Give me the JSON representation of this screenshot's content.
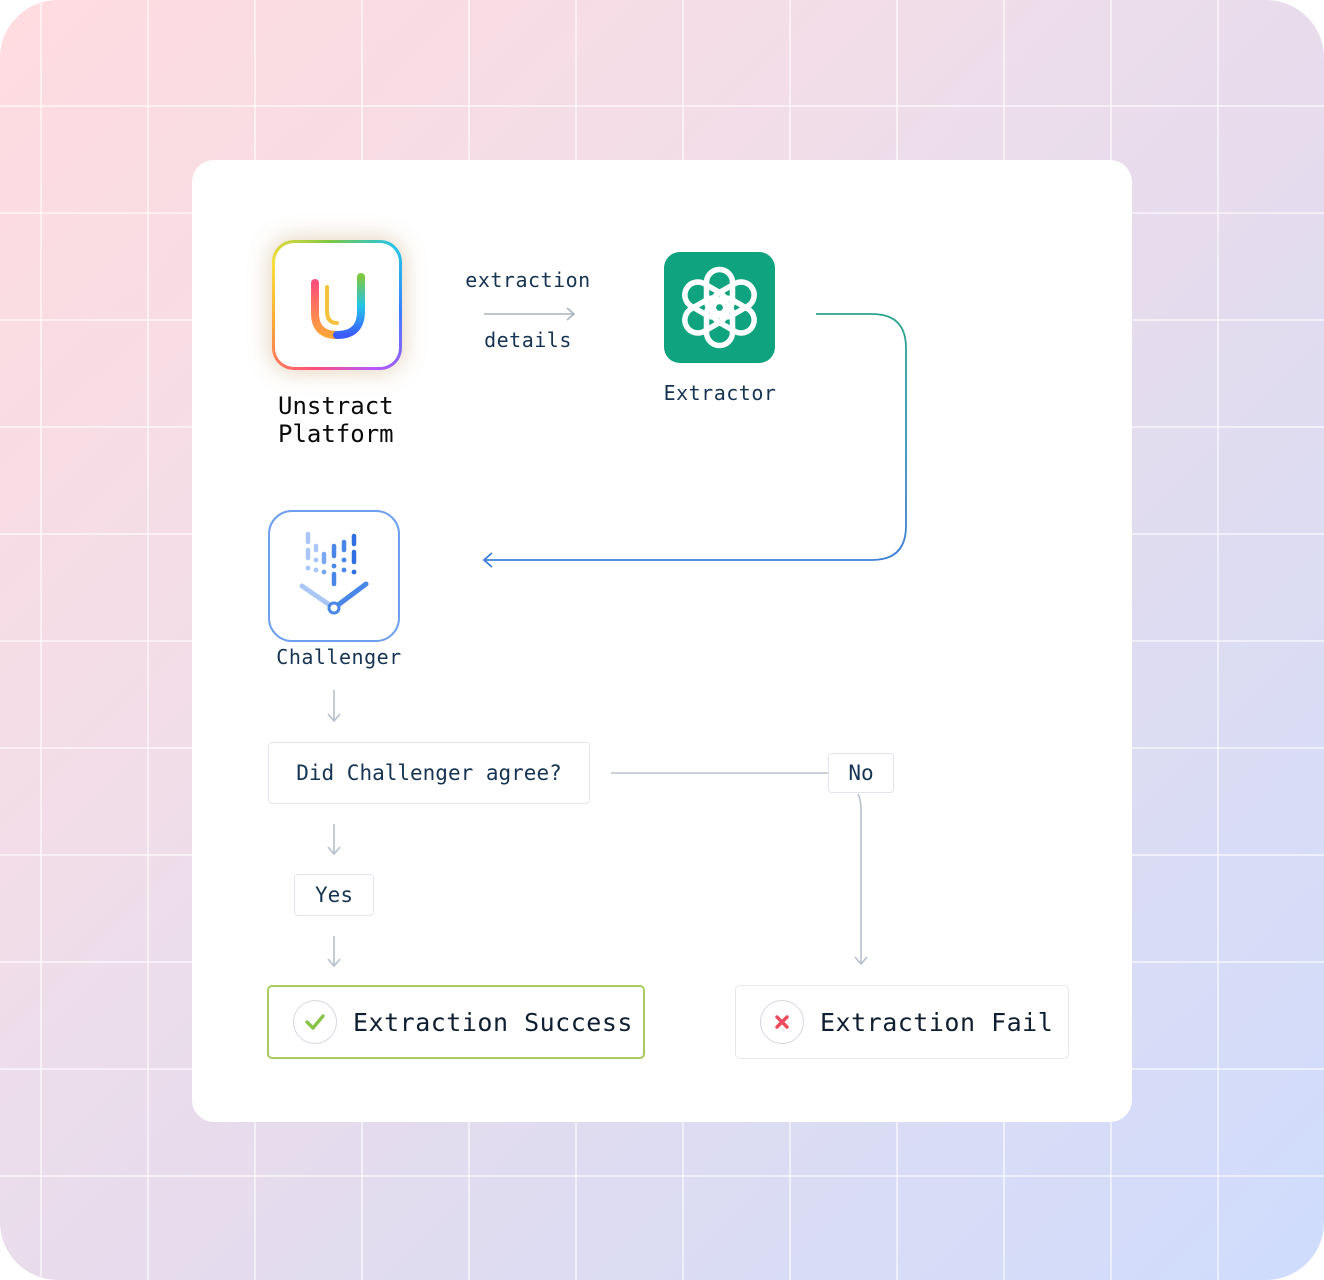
{
  "nodes": {
    "unstract": {
      "label": "Unstract Platform",
      "icon": "unstract-u-logo"
    },
    "extractor": {
      "label": "Extractor",
      "icon": "openai-logo",
      "color": "#10a37f"
    },
    "challenger": {
      "label": "Challenger",
      "icon": "challenger-logo",
      "color": "#4a86e8"
    },
    "decision": {
      "label": "Did Challenger agree?"
    },
    "success": {
      "label": "Extraction Success",
      "icon": "check-icon",
      "color": "#8bc34a"
    },
    "fail": {
      "label": "Extraction Fail",
      "icon": "cross-icon",
      "color": "#ef4a5d"
    }
  },
  "edges": {
    "unstract_to_extractor": {
      "label_top": "extraction",
      "label_bottom": "details"
    },
    "yes": {
      "label": "Yes"
    },
    "no": {
      "label": "No"
    }
  },
  "colors": {
    "extractor_line": "#2aa58d",
    "challenger_line": "#3d7ed8",
    "connector": "#b7c0cc"
  }
}
